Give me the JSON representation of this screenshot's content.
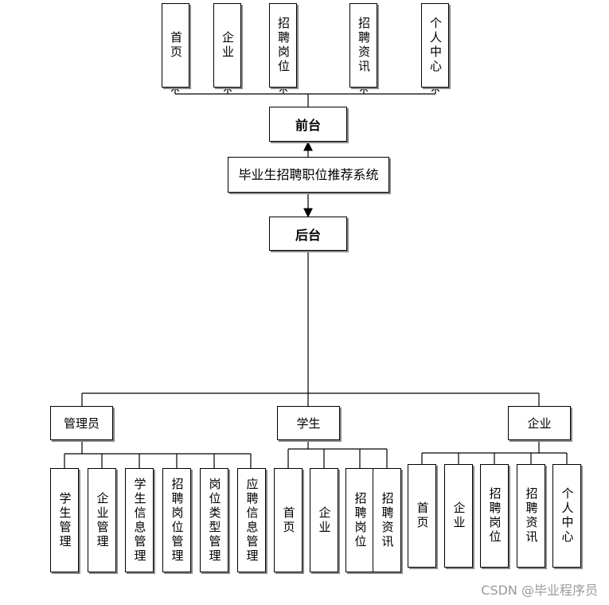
{
  "frontend_modules": [
    "首页",
    "企业",
    "招聘岗位",
    "招聘资讯",
    "个人中心"
  ],
  "frontend_label": "前台",
  "system_title": "毕业生招聘职位推荐系统",
  "backend_label": "后台",
  "roles": [
    {
      "name": "管理员",
      "modules": [
        "学生管理",
        "企业管理",
        "学生信息管理",
        "招聘岗位管理",
        "岗位类型管理",
        "应聘信息管理"
      ]
    },
    {
      "name": "学生",
      "modules": [
        "首页",
        "企业",
        "招聘岗位",
        "招聘资讯"
      ]
    },
    {
      "name": "企业",
      "modules": [
        "首页",
        "企业",
        "招聘岗位",
        "招聘资讯",
        "个人中心"
      ]
    }
  ],
  "watermark": "CSDN @毕业程序员"
}
